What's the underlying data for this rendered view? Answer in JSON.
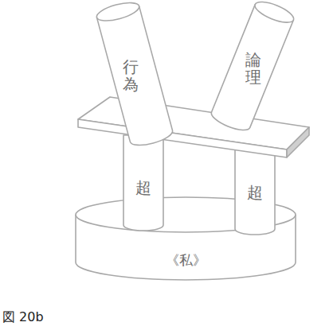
{
  "diagram": {
    "caption": "図 20b",
    "nodes": [
      {
        "text": [
          "行為"
        ]
      },
      {
        "text": [
          "論理"
        ]
      },
      {
        "text": [
          "超"
        ]
      },
      {
        "text": [
          "超"
        ]
      },
      {
        "text": [
          "《私》"
        ]
      }
    ]
  }
}
